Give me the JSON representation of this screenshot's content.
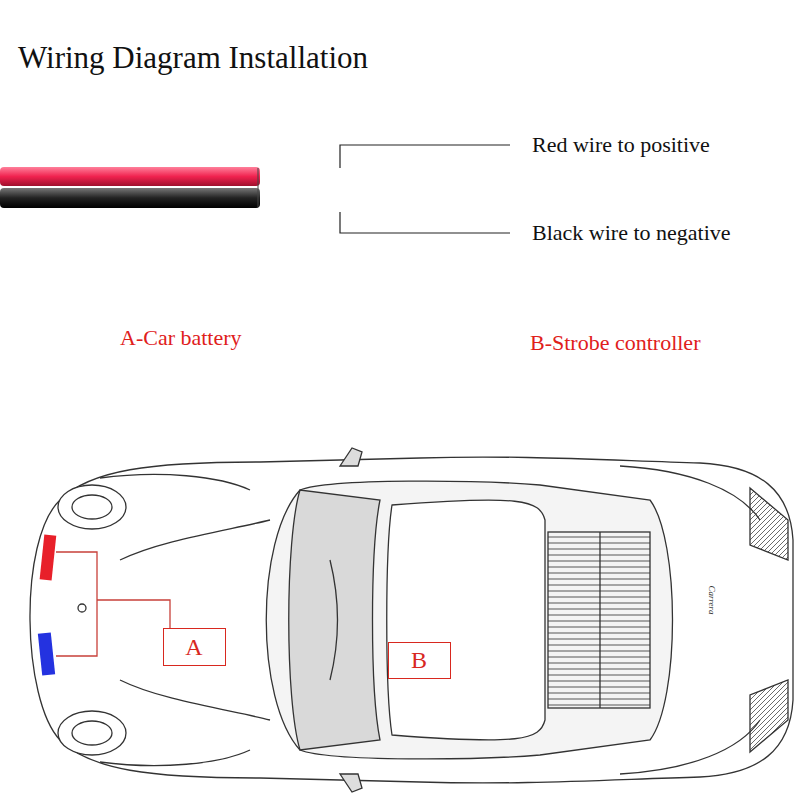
{
  "diagram": {
    "title": "Wiring Diagram Installation",
    "nodes": [
      {
        "text": [
          "A"
        ]
      },
      {
        "text": [
          "B"
        ]
      }
    ],
    "labels": [
      "Red wire to positive",
      "Black wire to negative",
      "A-Car battery",
      "B-Strobe controller",
      "Carrera"
    ]
  }
}
